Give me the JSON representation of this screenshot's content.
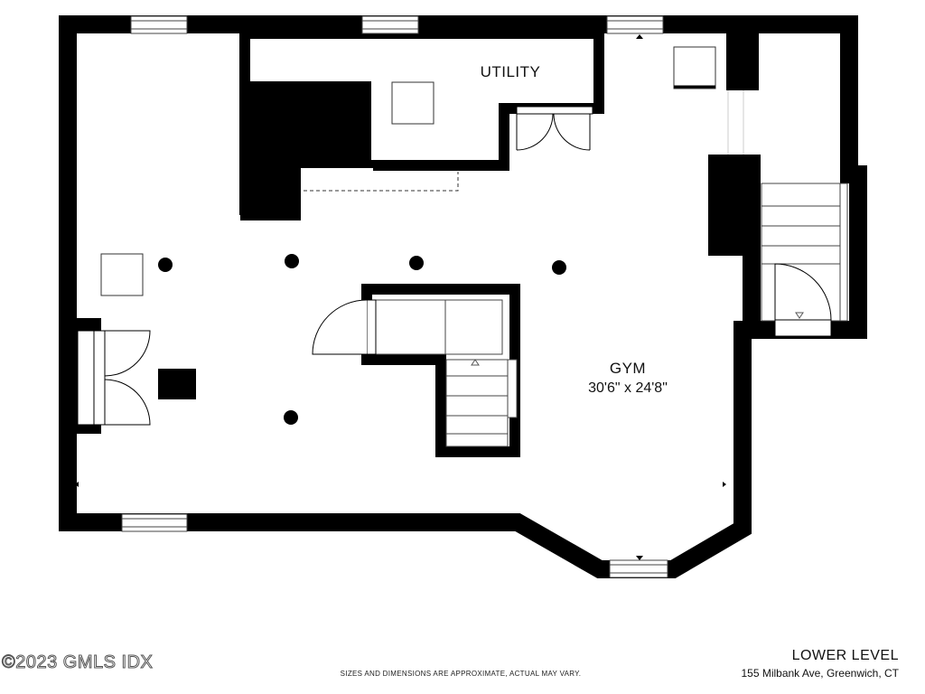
{
  "rooms": {
    "utility": {
      "name": "UTILITY"
    },
    "gym": {
      "name": "GYM",
      "dimensions": "30'6\" x 24'8\""
    }
  },
  "footer": {
    "watermark": "©2023 GMLS IDX",
    "disclaimer": "SIZES AND DIMENSIONS ARE APPROXIMATE, ACTUAL MAY VARY.",
    "level": "LOWER LEVEL",
    "address": "155 Milbank Ave, Greenwich, CT"
  },
  "colors": {
    "wall": "#000000",
    "background": "#ffffff",
    "fixture_stroke": "#333333"
  },
  "icons": [
    "column-icon",
    "window-icon",
    "door-icon",
    "stair-icon",
    "direction-arrow-icon"
  ]
}
